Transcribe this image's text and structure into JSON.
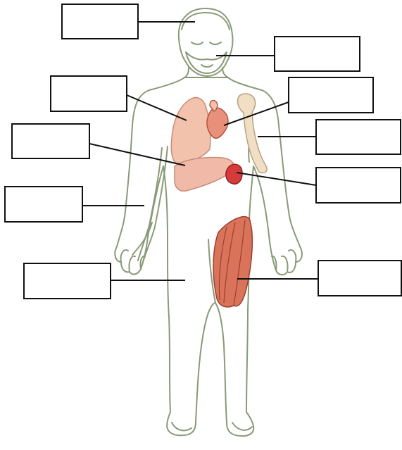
{
  "diagram": {
    "labels": [
      {
        "id": "head",
        "text": ""
      },
      {
        "id": "beard",
        "text": ""
      },
      {
        "id": "lung",
        "text": ""
      },
      {
        "id": "heart",
        "text": ""
      },
      {
        "id": "bone",
        "text": ""
      },
      {
        "id": "liver",
        "text": ""
      },
      {
        "id": "kidney",
        "text": ""
      },
      {
        "id": "arm-vessel",
        "text": ""
      },
      {
        "id": "thigh-muscle",
        "text": ""
      },
      {
        "id": "skin",
        "text": ""
      }
    ],
    "colors": {
      "body_outline": "#8a9a78",
      "skin_fill": "#fbf7ea",
      "head_fill": "#f4ead0",
      "lung_fill": "#f2c2ac",
      "liver_fill": "#f0b9a8",
      "heart_fill": "#e8907a",
      "kidney_fill": "#d63b3b",
      "muscle_fill": "#d9735a",
      "bone_fill": "#f0dfc4",
      "line_color": "#111111"
    }
  }
}
